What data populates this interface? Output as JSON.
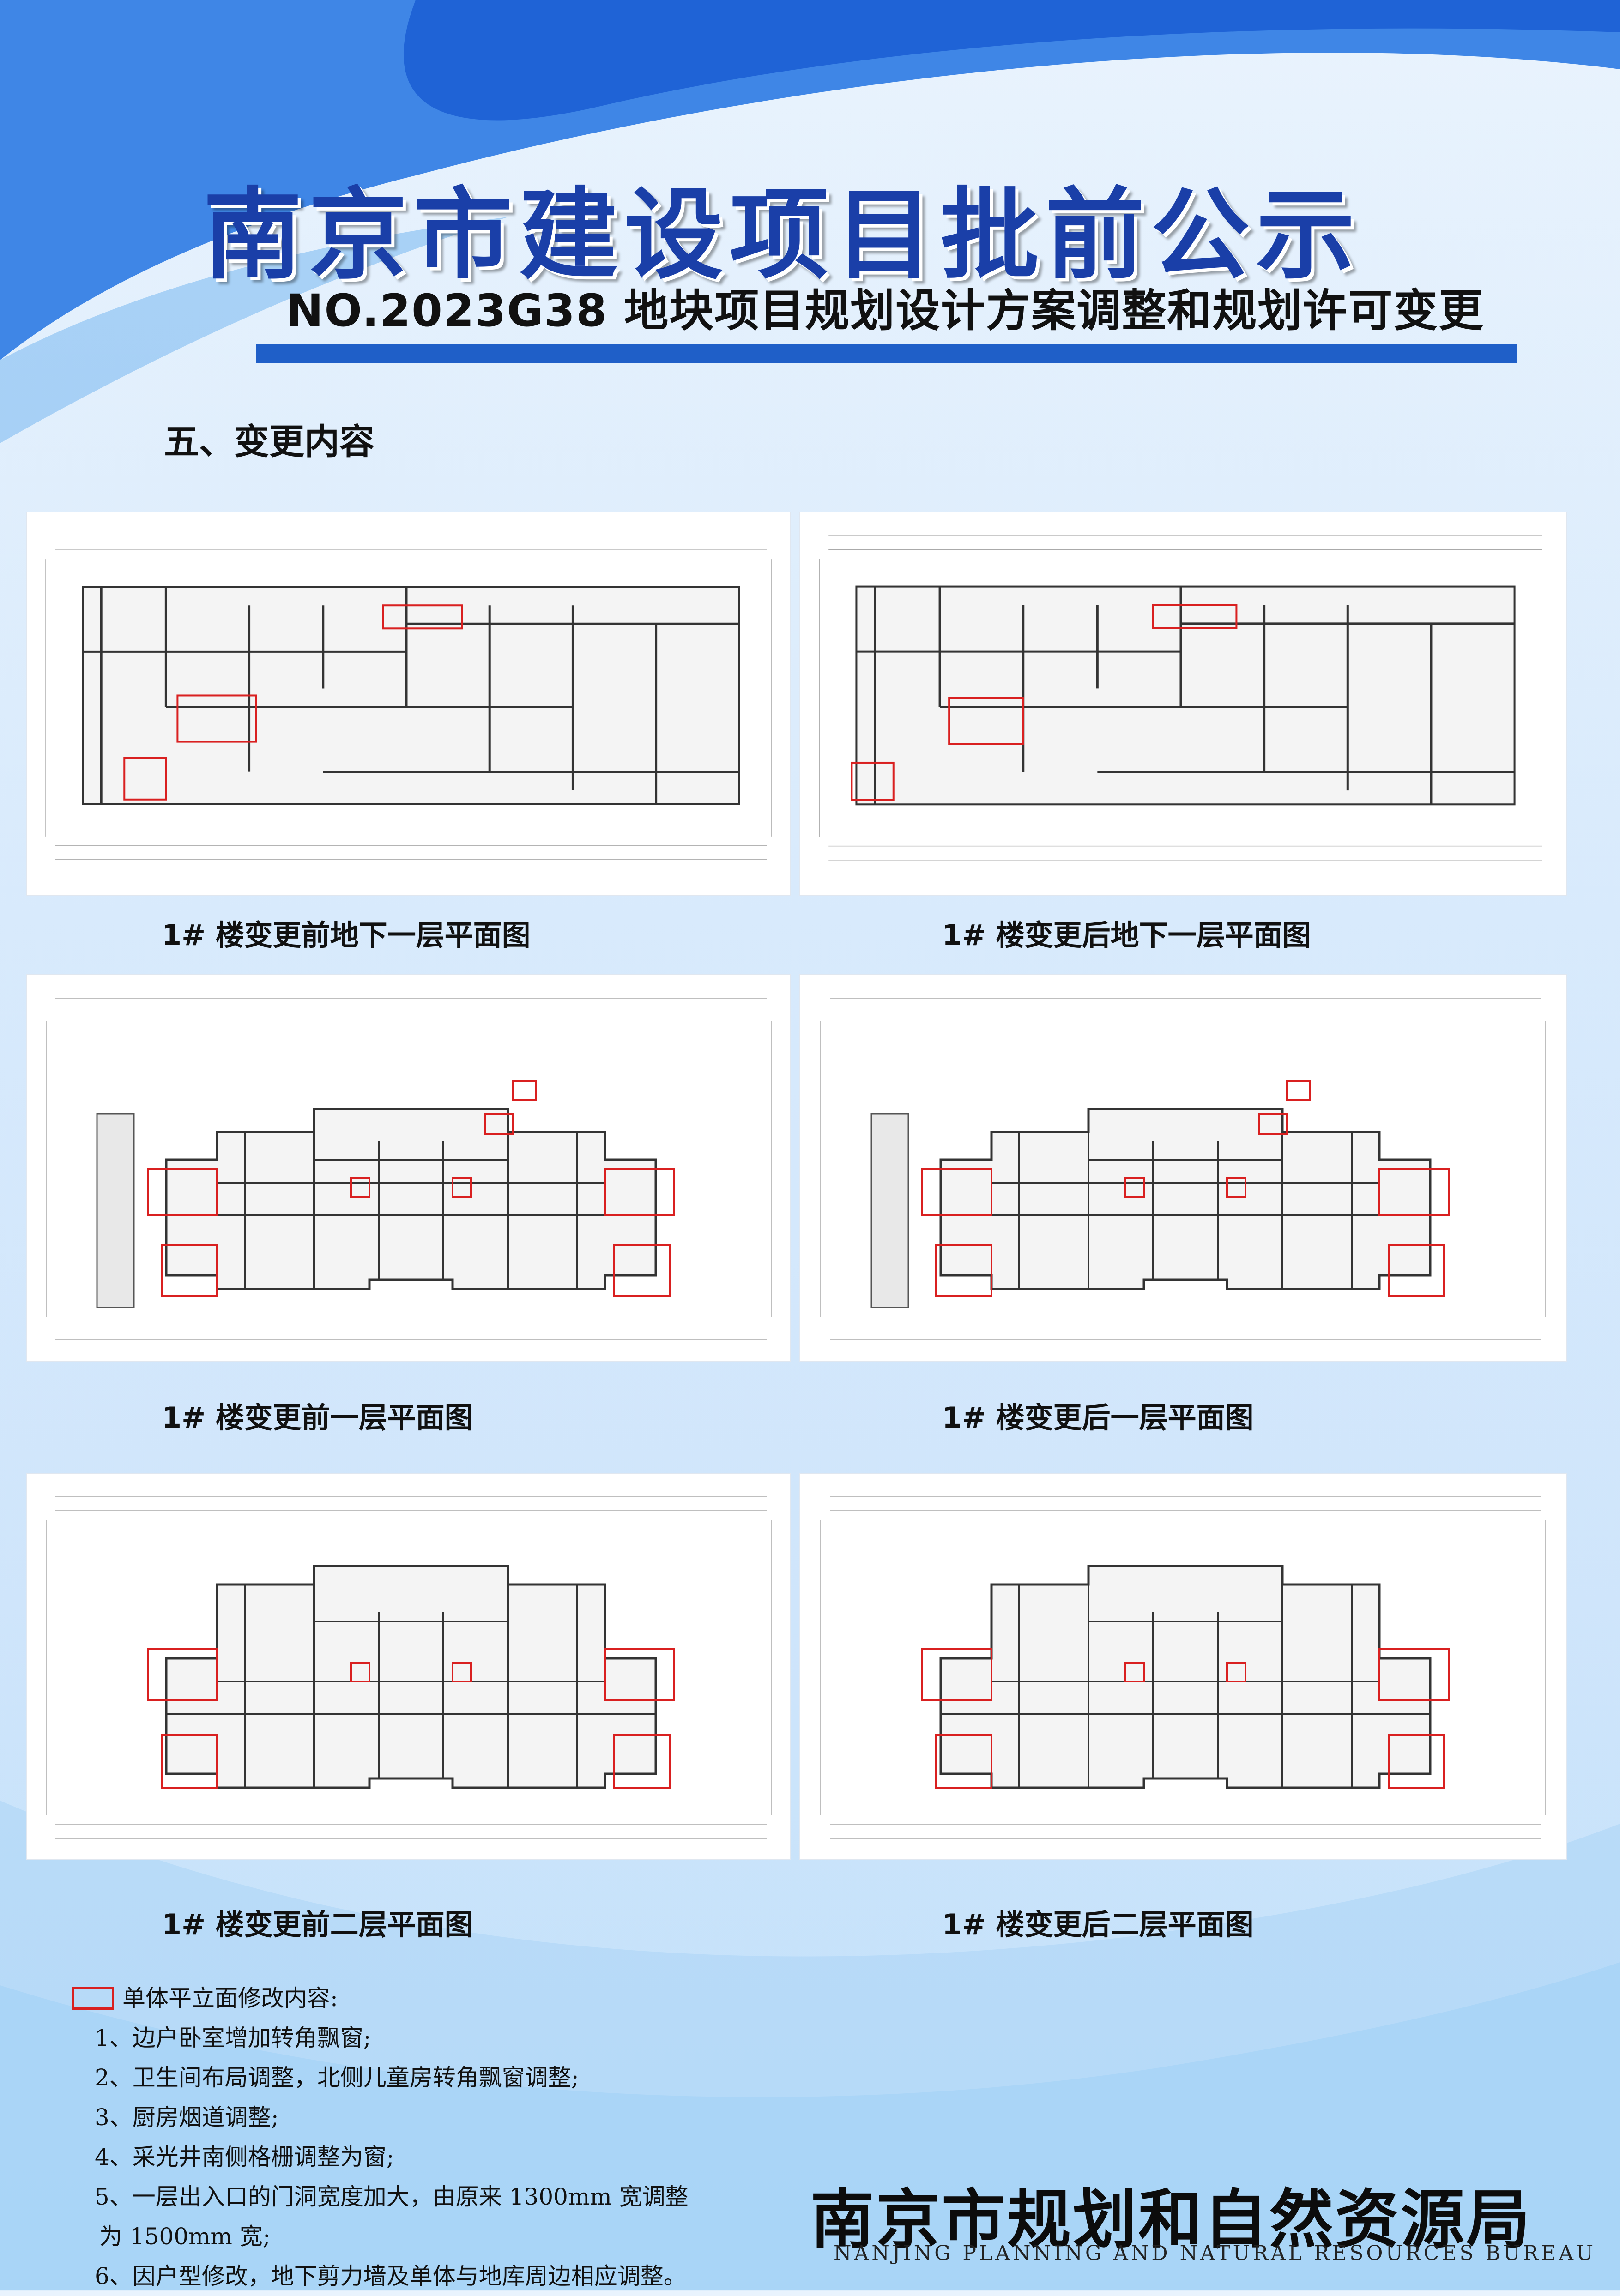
{
  "title": "南京市建设项目批前公示",
  "subtitle": "NO.2023G38 地块项目规划设计方案调整和规划许可变更",
  "section_title": "五、变更内容",
  "panels": [
    {
      "caption": "1# 楼变更前地下一层平面图"
    },
    {
      "caption": "1# 楼变更后地下一层平面图"
    },
    {
      "caption": "1# 楼变更前一层平面图"
    },
    {
      "caption": "1# 楼变更后一层平面图"
    },
    {
      "caption": "1# 楼变更前二层平面图"
    },
    {
      "caption": "1# 楼变更后二层平面图"
    }
  ],
  "notes": {
    "heading": "单体平立面修改内容:",
    "items": [
      "1、边户卧室增加转角飘窗;",
      "2、卫生间布局调整，北侧儿童房转角飘窗调整;",
      "3、厨房烟道调整;",
      "4、采光井南侧格栅调整为窗;",
      "5、一层出入口的门洞宽度加大，由原来 1300mm 宽调整",
      "为 1500mm 宽;",
      "6、因户型修改，地下剪力墙及单体与地库周边相应调整。"
    ]
  },
  "bureau": {
    "name": "南京市规划和自然资源局",
    "english": "NANJING PLANNING AND NATURAL RESOURCES BUREAU"
  },
  "colors": {
    "title_blue": "#1a3fa8",
    "rule_blue": "#1f5fc8",
    "highlight_red": "#d92020"
  }
}
